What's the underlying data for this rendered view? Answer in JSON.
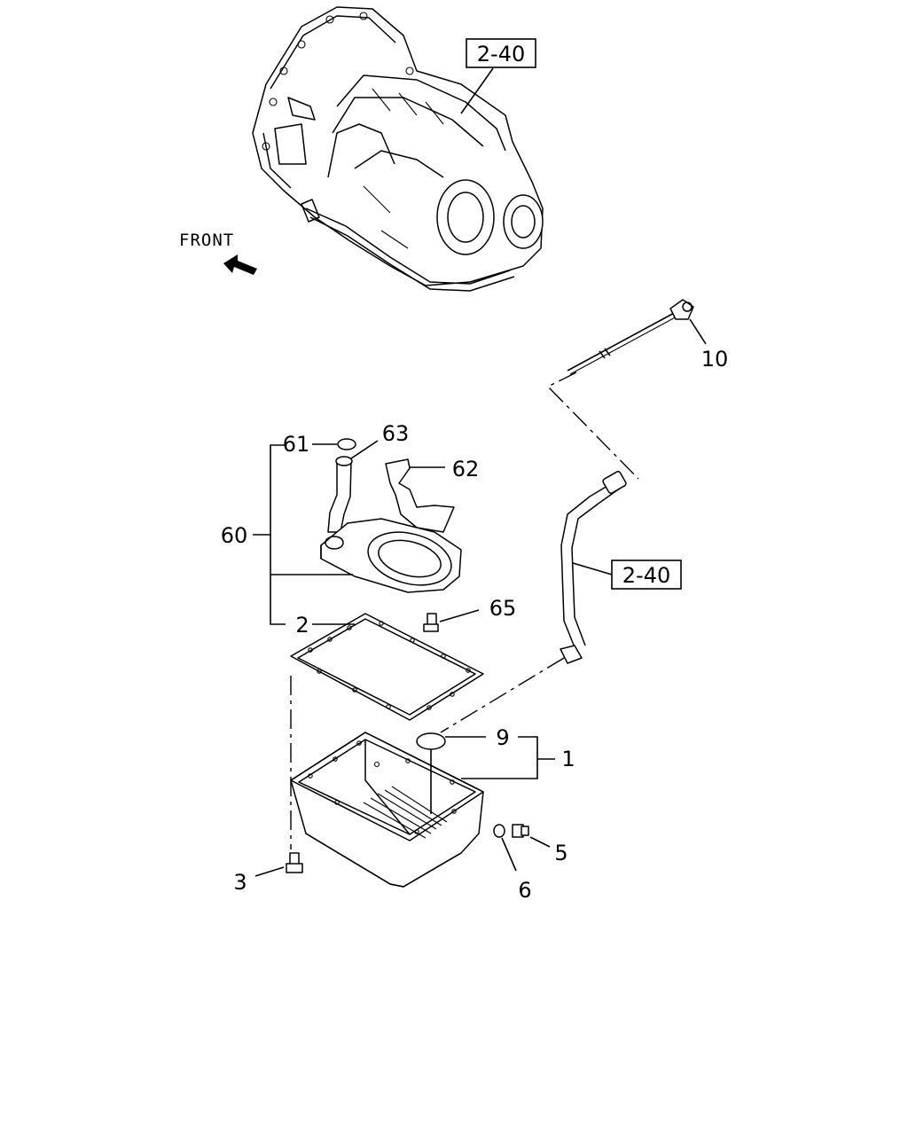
{
  "diagram": {
    "front_label": "FRONT",
    "ref_box_top": "2-40",
    "ref_box_tube": "2-40",
    "callouts": {
      "c1": "1",
      "c2": "2",
      "c3": "3",
      "c5": "5",
      "c6": "6",
      "c9": "9",
      "c10": "10",
      "c60": "60",
      "c61": "61",
      "c62": "62",
      "c63": "63",
      "c65": "65"
    }
  }
}
